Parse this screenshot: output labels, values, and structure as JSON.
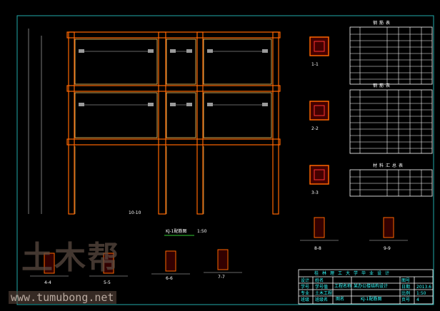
{
  "drawing": {
    "frame_label": "KJ-1配筋图",
    "frame_scale": "1:50",
    "section_labels": [
      "1-1",
      "2-2",
      "3-3",
      "4-4",
      "5-5",
      "6-6",
      "7-7",
      "8-8",
      "9-9",
      "10-10"
    ],
    "table_titles": [
      "钢筋表",
      "钢筋表",
      "材料汇总表"
    ]
  },
  "title_block": {
    "header": "桂林理工大学毕业设计",
    "design_label": "工程名称",
    "project": "某办公楼结构设计",
    "drawing_label": "图名",
    "drawing_name": "KJ-1配筋图",
    "left_rows": [
      [
        "设计",
        "姓名"
      ],
      [
        "学号",
        "学号值"
      ],
      [
        "专业",
        "土木工程"
      ],
      [
        "班级",
        "班级名"
      ]
    ],
    "right_rows": [
      [
        "图号",
        ""
      ],
      [
        "日期",
        "2013.6"
      ],
      [
        "比例",
        "1:50"
      ],
      [
        "页号",
        "4"
      ]
    ]
  },
  "watermark": {
    "logo": "土木帮",
    "url": "www.tumubong.net"
  },
  "colors": {
    "frame": "#2ad",
    "beam": "#f60",
    "inner": "#fc6",
    "line": "#fff",
    "cyan": "#3ff"
  }
}
